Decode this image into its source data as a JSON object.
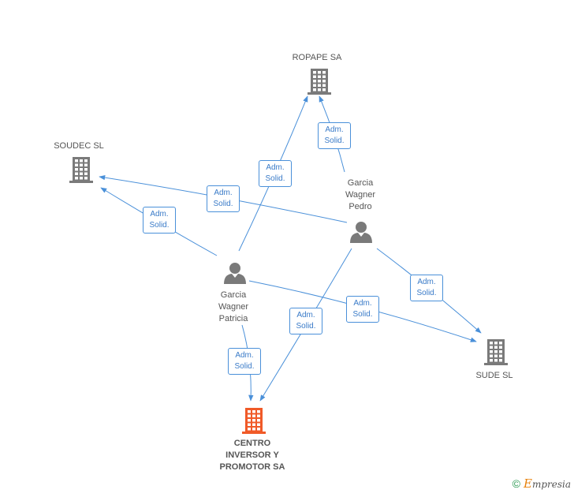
{
  "colors": {
    "edge": "#4a90d9",
    "company": "#7a7a7a",
    "main_company": "#f05a28",
    "person": "#7a7a7a"
  },
  "nodes": [
    {
      "id": "ropape",
      "type": "company",
      "label": "ROPAPE SA"
    },
    {
      "id": "soudec",
      "type": "company",
      "label": "SOUDEC  SL"
    },
    {
      "id": "pedro",
      "type": "person",
      "label": "Garcia\nWagner\nPedro"
    },
    {
      "id": "patricia",
      "type": "person",
      "label": "Garcia\nWagner\nPatricia"
    },
    {
      "id": "sude",
      "type": "company",
      "label": "SUDE  SL"
    },
    {
      "id": "centro",
      "type": "main_company",
      "label": "CENTRO\nINVERSOR Y\nPROMOTOR SA"
    }
  ],
  "edges": [
    {
      "from": "pedro",
      "to": "ropape",
      "line1": "Adm.",
      "line2": "Solid."
    },
    {
      "from": "patricia",
      "to": "ropape",
      "line1": "Adm.",
      "line2": "Solid."
    },
    {
      "from": "pedro",
      "to": "soudec",
      "line1": "Adm.",
      "line2": "Solid."
    },
    {
      "from": "patricia",
      "to": "soudec",
      "line1": "Adm.",
      "line2": "Solid."
    },
    {
      "from": "pedro",
      "to": "sude",
      "line1": "Adm.",
      "line2": "Solid."
    },
    {
      "from": "patricia",
      "to": "sude",
      "line1": "Adm.",
      "line2": "Solid."
    },
    {
      "from": "pedro",
      "to": "centro",
      "line1": "Adm.",
      "line2": "Solid."
    },
    {
      "from": "patricia",
      "to": "centro",
      "line1": "Adm.",
      "line2": "Solid."
    }
  ],
  "footer": {
    "copyright": "©",
    "brand_initial": "E",
    "brand_rest": "mpresia"
  }
}
